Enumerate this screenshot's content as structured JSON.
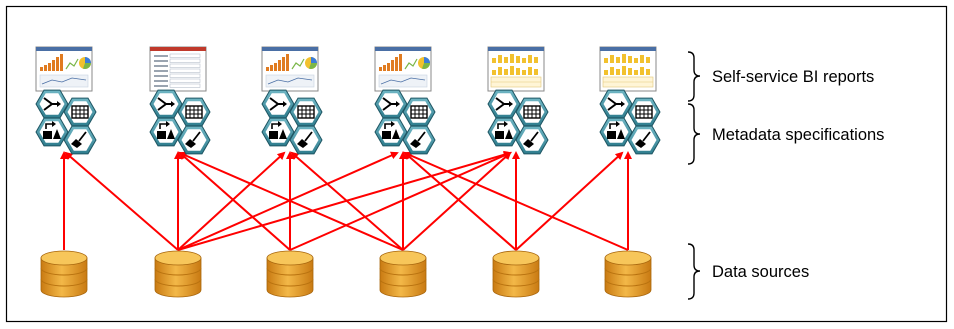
{
  "labels": {
    "reports": "Self-service BI reports",
    "metadata": "Metadata specifications",
    "sources": "Data sources"
  },
  "diagram": {
    "reports": [
      {
        "type": "dashboard"
      },
      {
        "type": "form"
      },
      {
        "type": "dashboard"
      },
      {
        "type": "dashboard"
      },
      {
        "type": "heatgrid"
      },
      {
        "type": "heatgrid"
      }
    ],
    "metadata_icons": [
      "merge-arrow-icon",
      "grid-table-icon",
      "shapes-transform-icon",
      "broom-clean-icon"
    ],
    "source_icon": "database-cylinder-icon",
    "connections": [
      {
        "source": 1,
        "metadata": 1
      },
      {
        "source": 2,
        "metadata": 1
      },
      {
        "source": 2,
        "metadata": 2
      },
      {
        "source": 2,
        "metadata": 3
      },
      {
        "source": 2,
        "metadata": 4
      },
      {
        "source": 2,
        "metadata": 5
      },
      {
        "source": 3,
        "metadata": 2
      },
      {
        "source": 3,
        "metadata": 3
      },
      {
        "source": 3,
        "metadata": 5
      },
      {
        "source": 4,
        "metadata": 3
      },
      {
        "source": 4,
        "metadata": 4
      },
      {
        "source": 4,
        "metadata": 5
      },
      {
        "source": 4,
        "metadata": 2
      },
      {
        "source": 5,
        "metadata": 4
      },
      {
        "source": 5,
        "metadata": 5
      },
      {
        "source": 5,
        "metadata": 6
      },
      {
        "source": 6,
        "metadata": 6
      },
      {
        "source": 6,
        "metadata": 4
      }
    ],
    "colors": {
      "arrow": "#ff0000",
      "hexagon": "#3f8fa0",
      "cylinder_top": "#f7c65a",
      "cylinder_body": "#d98d1a",
      "frame": "#000000"
    }
  }
}
